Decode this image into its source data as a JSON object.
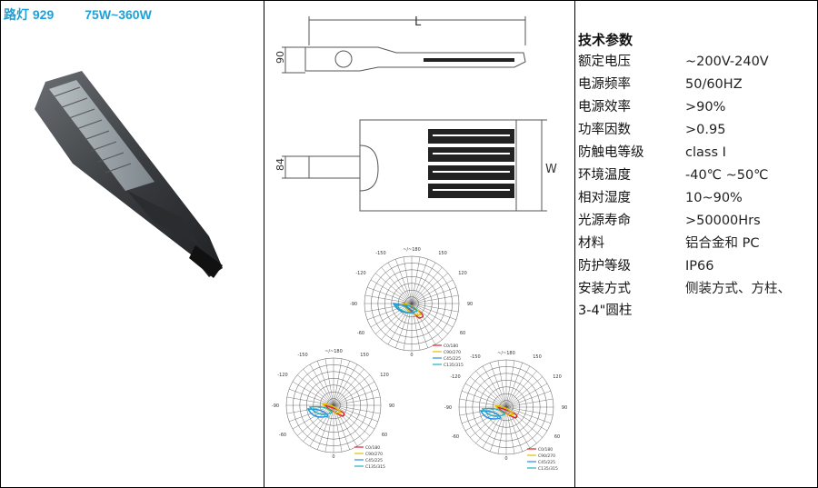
{
  "header": {
    "model": "路灯 929",
    "power": "75W~360W"
  },
  "drawing": {
    "length_label": "L",
    "width_label": "W",
    "height_label": "90",
    "neck_label": "84"
  },
  "polar_charts": [
    {
      "top_label": "~/~180",
      "left_tick": "-150",
      "right_tick": "150",
      "mid_left": "-120",
      "mid_right": "120",
      "side_left": "-90",
      "side_right": "90",
      "low_left": "-60",
      "low_right": "60",
      "bottom_label": "0",
      "legend": [
        "C0/180",
        "C90/270",
        "C45/225",
        "C135/315"
      ],
      "colors": [
        "#e02020",
        "#e0c000",
        "#2090e0",
        "#20b0c0"
      ]
    },
    {
      "top_label": "~/~180",
      "left_tick": "-150",
      "right_tick": "150",
      "mid_left": "-120",
      "mid_right": "120",
      "side_left": "-90",
      "side_right": "90",
      "low_left": "-60",
      "low_right": "60",
      "bottom_label": "0",
      "legend": [
        "C0/180",
        "C90/270",
        "C45/225",
        "C135/315"
      ],
      "colors": [
        "#e02020",
        "#e0c000",
        "#2090e0",
        "#20b0c0"
      ]
    },
    {
      "top_label": "~/~180",
      "left_tick": "-150",
      "right_tick": "150",
      "mid_left": "-120",
      "mid_right": "120",
      "side_left": "-90",
      "side_right": "90",
      "low_left": "-60",
      "low_right": "60",
      "bottom_label": "0",
      "legend": [
        "C0/180",
        "C90/270",
        "C45/225",
        "C135/315"
      ],
      "colors": [
        "#e02020",
        "#e0c000",
        "#2090e0",
        "#20b0c0"
      ]
    }
  ],
  "spec": {
    "title": "技术参数",
    "rows": [
      {
        "k": "额定电压",
        "v": "~200V-240V"
      },
      {
        "k": "电源频率",
        "v": "50/60HZ"
      },
      {
        "k": "电源效率",
        "v": ">90%"
      },
      {
        "k": "功率因数",
        "v": ">0.95"
      },
      {
        "k": "防触电等级",
        "v": "class I"
      },
      {
        "k": "环境温度",
        "v": "-40℃ ~50℃"
      },
      {
        "k": "相对湿度",
        "v": "10~90%"
      },
      {
        "k": "光源寿命",
        "v": ">50000Hrs"
      },
      {
        "k": "材料",
        "v": "铝合金和 PC"
      },
      {
        "k": "防护等级",
        "v": "IP66"
      },
      {
        "k": "安装方式",
        "v": "侧装方式、方柱、"
      }
    ],
    "continuation": "3-4\"圆柱"
  }
}
